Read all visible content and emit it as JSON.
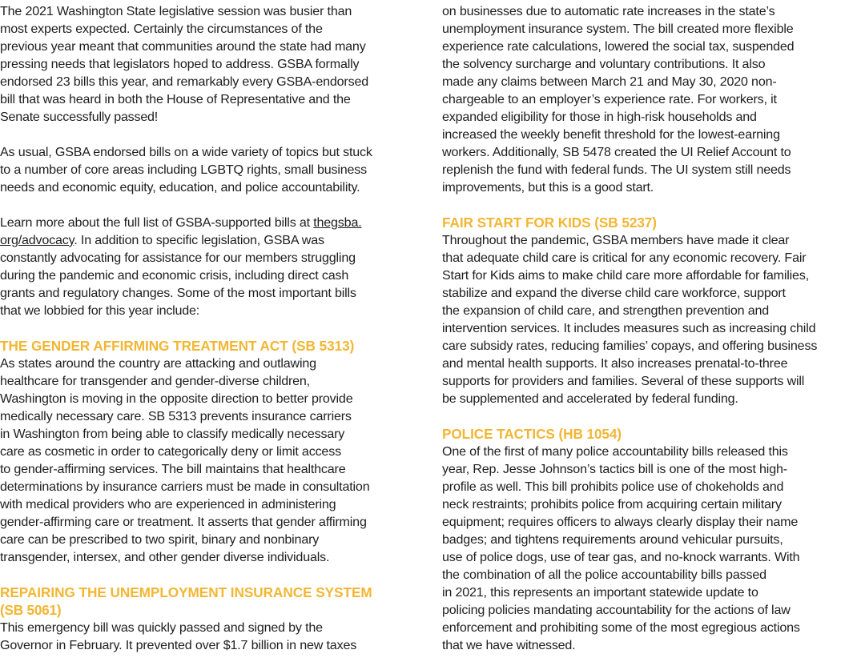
{
  "left_column": {
    "intro": [
      "The 2021 Washington State legislative session was busier than",
      "most experts expected. Certainly the circumstances of the",
      "previous year meant that communities around the state had many",
      "pressing needs that legislators hoped to address. GSBA formally",
      "endorsed 23 bills this year, and remarkably every GSBA-endorsed",
      "bill that was heard in both the House of Representative and the",
      "Senate successfully passed!"
    ],
    "usual": [
      "As usual, GSBA endorsed bills on a wide variety of topics but stuck",
      "to a number of core areas including LGBTQ rights, small business",
      "needs and economic equity, education, and police accountability."
    ],
    "learn_prefix": "Learn more about the full list of GSBA-supported bills at ",
    "learn_link_1": "thegsba.",
    "learn_link_2": "org/advocacy",
    "learn_suffix": ". In addition to specific legislation, GSBA was",
    "learn_rest": [
      "constantly advocating for assistance for our members struggling",
      "during the pandemic and economic crisis, including direct cash",
      "grants and regulatory changes. Some of the most important bills",
      "that we lobbied for this year include:"
    ],
    "gender_heading": "THE GENDER AFFIRMING TREATMENT ACT (SB 5313)",
    "gender_body": [
      "As states around the country are attacking and outlawing",
      "healthcare for transgender and gender-diverse children,",
      "Washington is moving in the opposite direction to better provide",
      "medically necessary care. SB 5313 prevents insurance carriers",
      "in Washington from being able to classify medically necessary",
      "care as cosmetic in order to categorically deny or limit access",
      "to gender-affirming services. The bill maintains that healthcare",
      "determinations by insurance carriers must be made in consultation",
      "with medical providers who are experienced in administering",
      "gender-affirming care or treatment. It asserts that gender affirming",
      "care can be prescribed to two spirit, binary and nonbinary",
      "transgender, intersex, and other gender diverse individuals."
    ],
    "ui_heading_1": "REPAIRING THE UNEMPLOYMENT INSURANCE SYSTEM",
    "ui_heading_2": "(SB 5061)",
    "ui_body": [
      "This emergency bill was quickly passed and signed by the",
      "Governor in February. It prevented over $1.7 billion in new taxes"
    ]
  },
  "right_column": {
    "ui_cont": [
      "on businesses due to automatic rate increases in the state’s",
      "unemployment insurance system. The bill created more flexible",
      "experience rate calculations, lowered the social tax, suspended",
      "the solvency surcharge and voluntary contributions. It also",
      "made any claims between March 21 and May 30, 2020 non-",
      "chargeable to an employer’s experience rate. For workers, it",
      "expanded eligibility for those in high-risk households and",
      "increased the weekly benefit threshold for the lowest-earning",
      "workers. Additionally, SB 5478 created the UI Relief Account to",
      "replenish the fund with federal funds. The UI system still needs",
      "improvements, but this is a good start."
    ],
    "kids_heading": "FAIR START FOR KIDS (SB 5237)",
    "kids_body": [
      "Throughout the pandemic, GSBA members have made it clear",
      "that adequate child care is critical for any economic recovery. Fair",
      "Start for Kids aims to make child care more affordable for families,",
      "stabilize and expand the diverse child care workforce, support",
      "the expansion of child care, and strengthen prevention and",
      "intervention services. It includes measures such as increasing child",
      "care subsidy rates, reducing families’ copays, and offering business",
      "and mental health supports. It also increases prenatal-to-three",
      "supports for providers and families. Several of these supports will",
      "be supplemented and accelerated by federal funding."
    ],
    "police_heading": "POLICE TACTICS (HB 1054)",
    "police_body": [
      "One of the first of many police accountability bills released this",
      "year, Rep. Jesse Johnson’s tactics bill is one of the most high-",
      "profile as well. This bill prohibits police use of chokeholds and",
      "neck restraints; prohibits police from acquiring certain military",
      "equipment; requires officers to always clearly display their name",
      "badges; and tightens requirements around vehicular pursuits,",
      "use of police dogs, use of tear gas, and no-knock warrants. With",
      "the combination of all the police accountability bills passed",
      "in 2021, this represents an important statewide update to",
      "policing policies mandating accountability for the actions of law",
      "enforcement and prohibiting some of the most egregious actions",
      "that we have witnessed."
    ]
  },
  "colors": {
    "heading": "#f2b632",
    "body_text": "#1e1e1e"
  }
}
